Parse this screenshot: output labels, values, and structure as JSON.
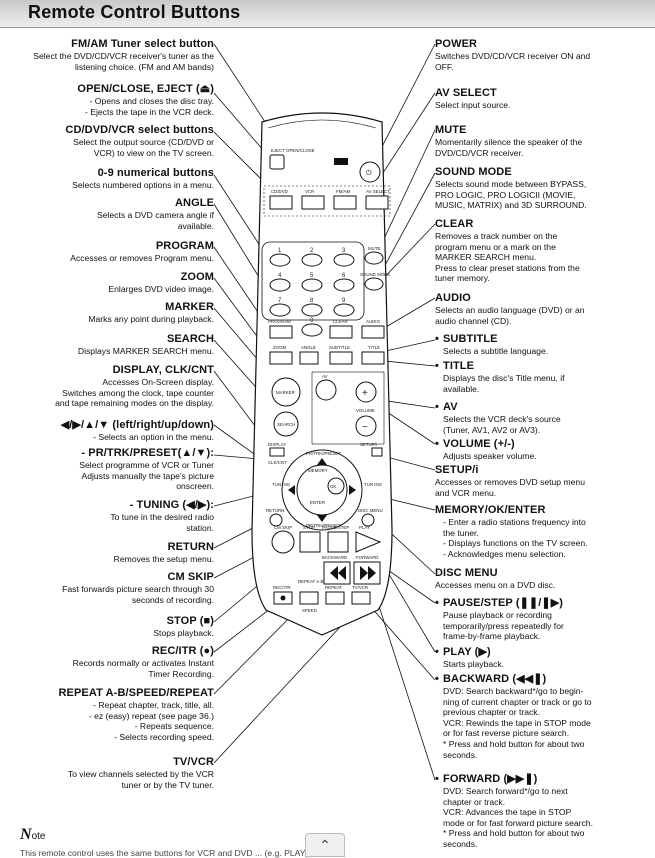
{
  "title": "Remote Control Buttons",
  "left": [
    {
      "title": "FM/AM Tuner select button",
      "desc": [
        "Select the DVD/CD/VCR receiver's tuner as the",
        "listening choice. (FM and AM bands)"
      ]
    },
    {
      "title": "OPEN/CLOSE, EJECT (⏏)",
      "desc": [
        "- Opens and closes the disc tray.",
        "- Ejects the tape in the VCR deck."
      ]
    },
    {
      "title": "CD/DVD/VCR select buttons",
      "desc": [
        "Select the output source (CD/DVD or",
        "VCR) to view on the TV screen."
      ]
    },
    {
      "title": "0-9 numerical buttons",
      "desc": [
        "Selects numbered options in a menu."
      ]
    },
    {
      "title": "ANGLE",
      "desc": [
        "Selects a DVD camera angle if",
        "available."
      ]
    },
    {
      "title": "PROGRAM",
      "desc": [
        "Accesses or removes Program menu."
      ]
    },
    {
      "title": "ZOOM",
      "desc": [
        "Enlarges DVD video image."
      ]
    },
    {
      "title": "MARKER",
      "desc": [
        "Marks any point during playback."
      ]
    },
    {
      "title": "SEARCH",
      "desc": [
        "Displays MARKER SEARCH menu."
      ]
    },
    {
      "title": "DISPLAY, CLK/CNT",
      "desc": [
        "Accesses On-Screen display.",
        "Switches among the clock, tape counter",
        "and tape remaining modes on the display."
      ]
    },
    {
      "title": "◀/▶/▲/▼ (left/right/up/down)",
      "desc": [
        "- Selects an option in the menu."
      ]
    },
    {
      "title": "- PR/TRK/PRESET(▲/▼):",
      "desc": [
        "Select programme of VCR or Tuner",
        "Adjusts manually the tape's picture",
        "onscreen."
      ]
    },
    {
      "title": "- TUNING (◀/▶):",
      "desc": [
        "To tune in the desired radio",
        "station."
      ]
    },
    {
      "title": "RETURN",
      "desc": [
        "Removes the setup menu."
      ]
    },
    {
      "title": "CM SKIP",
      "desc": [
        "Fast forwards picture search through 30",
        "seconds of recording."
      ]
    },
    {
      "title": "STOP (■)",
      "desc": [
        "Stops playback."
      ]
    },
    {
      "title": "REC/ITR (●)",
      "desc": [
        "Records normally or activates Instant",
        "Timer Recording."
      ]
    },
    {
      "title": "REPEAT A-B/SPEED/REPEAT",
      "desc": [
        "- Repeat chapter, track, title, all.",
        "- ez (easy) repeat (see page 36.)",
        "- Repeats sequence.",
        "- Selects recording speed."
      ]
    },
    {
      "title": "TV/VCR",
      "desc": [
        "To view channels selected by the VCR",
        "tuner or by the TV tuner."
      ]
    }
  ],
  "right": [
    {
      "title": "POWER",
      "desc": [
        "Switches DVD/CD/VCR receiver ON and",
        "OFF."
      ]
    },
    {
      "title": "AV SELECT",
      "desc": [
        "Select input source."
      ]
    },
    {
      "title": "MUTE",
      "desc": [
        "Momentarily silence the speaker of the",
        "DVD/CD/VCR receiver."
      ]
    },
    {
      "title": "SOUND MODE",
      "desc": [
        "Selects sound mode between BYPASS,",
        "PRO LOGIC, PRO LOGICII (MOVIE,",
        "MUSIC, MATRIX) and 3D SURROUND."
      ]
    },
    {
      "title": "CLEAR",
      "desc": [
        "Removes a track number on the",
        "program menu or a mark on the",
        "MARKER SEARCH menu.",
        "Press to clear preset stations from the",
        "tuner memory."
      ]
    },
    {
      "title": "AUDIO",
      "desc": [
        "Selects an audio language (DVD) or an",
        "audio channel (CD)."
      ]
    },
    {
      "title": "SUBTITLE",
      "bullet": true,
      "desc": [
        "Selects a subtitle language."
      ]
    },
    {
      "title": "TITLE",
      "bullet": true,
      "desc": [
        "Displays the disc's Title menu, if",
        "available."
      ]
    },
    {
      "title": "AV",
      "bullet": true,
      "desc": [
        "Selects the VCR deck's source",
        "(Tuner, AV1, AV2 or AV3)."
      ]
    },
    {
      "title": "VOLUME (+/-)",
      "bullet": true,
      "desc": [
        "Adjusts speaker volume."
      ]
    },
    {
      "title": "SETUP/i",
      "desc": [
        "Accesses or removes DVD setup menu",
        "and VCR menu."
      ]
    },
    {
      "title": "MEMORY/OK/ENTER",
      "desc": [
        "- Enter a radio stations frequency into",
        "the tuner.",
        "- Displays functions on the TV screen.",
        "- Acknowledges menu selection."
      ]
    },
    {
      "title": "DISC MENU",
      "desc": [
        "Accesses menu on a DVD disc."
      ]
    },
    {
      "title": "PAUSE/STEP (❚❚/❚▶)",
      "bullet": true,
      "desc": [
        "Pause playback or recording",
        "temporarily/press repeatedly for",
        "frame-by-frame playback."
      ]
    },
    {
      "title": "PLAY (▶)",
      "bullet": true,
      "desc": [
        "Starts playback."
      ]
    },
    {
      "title": "BACKWARD (◀◀❚)",
      "bullet": true,
      "desc": [
        "DVD: Search backward*/go to begin-",
        "ning of current chapter or track or go to",
        "previous chapter or track.",
        "VCR: Rewinds the tape in STOP mode",
        "or for fast reverse picture search.",
        "* Press and hold button for about two",
        "seconds."
      ]
    },
    {
      "title": "FORWARD (▶▶❚)",
      "bullet": true,
      "desc": [
        "DVD: Search forward*/go to next",
        "chapter or track.",
        "VCR: Advances the tape in STOP",
        "mode or for fast forward picture search.",
        "* Press and hold button for about two",
        "seconds."
      ]
    }
  ],
  "remote_labels": {
    "eject": "EJECT OPEN/CLOSE",
    "power": "⏻",
    "cd_dvd": "CD/DVD",
    "vcr": "VCR",
    "fmam": "FM/AM",
    "avselect": "AV SELECT",
    "mute": "MUTE",
    "soundmode": "SOUND MODE",
    "numbers": [
      "1",
      "2",
      "3",
      "4",
      "5",
      "6",
      "7",
      "8",
      "9",
      "0"
    ],
    "program": "PROGRAM",
    "clear": "CLEAR",
    "audio": "AUDIO",
    "zoom": "ZOOM",
    "angle": "ANGLE",
    "subtitle": "SUBTITLE",
    "title": "TITLE",
    "marker": "MARKER",
    "search": "SEARCH",
    "av": "AV",
    "volume": "VOLUME",
    "plus": "+",
    "minus": "−",
    "display": "DISPLAY",
    "clkcnt": "CLK/CNT",
    "setup": "SETUP/i",
    "prtrk": "PR/TRK/PRESET",
    "memory": "MEMORY",
    "ok": "OK",
    "enter": "ENTER",
    "tuning_l": "TUN ING",
    "tuning_r": "TUN ING",
    "return": "RETURN",
    "discmenu": "DISC MENU",
    "cmskip": "CM SKIP",
    "stop": "STOP",
    "pausestep": "PAUSE/STEP",
    "play": "PLAY",
    "backward": "BACKWARD",
    "forward": "FORWARD",
    "recitr": "REC/ITR",
    "repeatab": "REPEAT A-B",
    "repeat": "REPEAT",
    "tvvcr": "TV/VCR",
    "speed": "SPEED"
  },
  "note": {
    "glyph": "N",
    "label": "ote",
    "text": "This remote control uses the same buttons for VCR and DVD ... (e.g. PLAY)."
  },
  "scroll_glyph": "⌃"
}
